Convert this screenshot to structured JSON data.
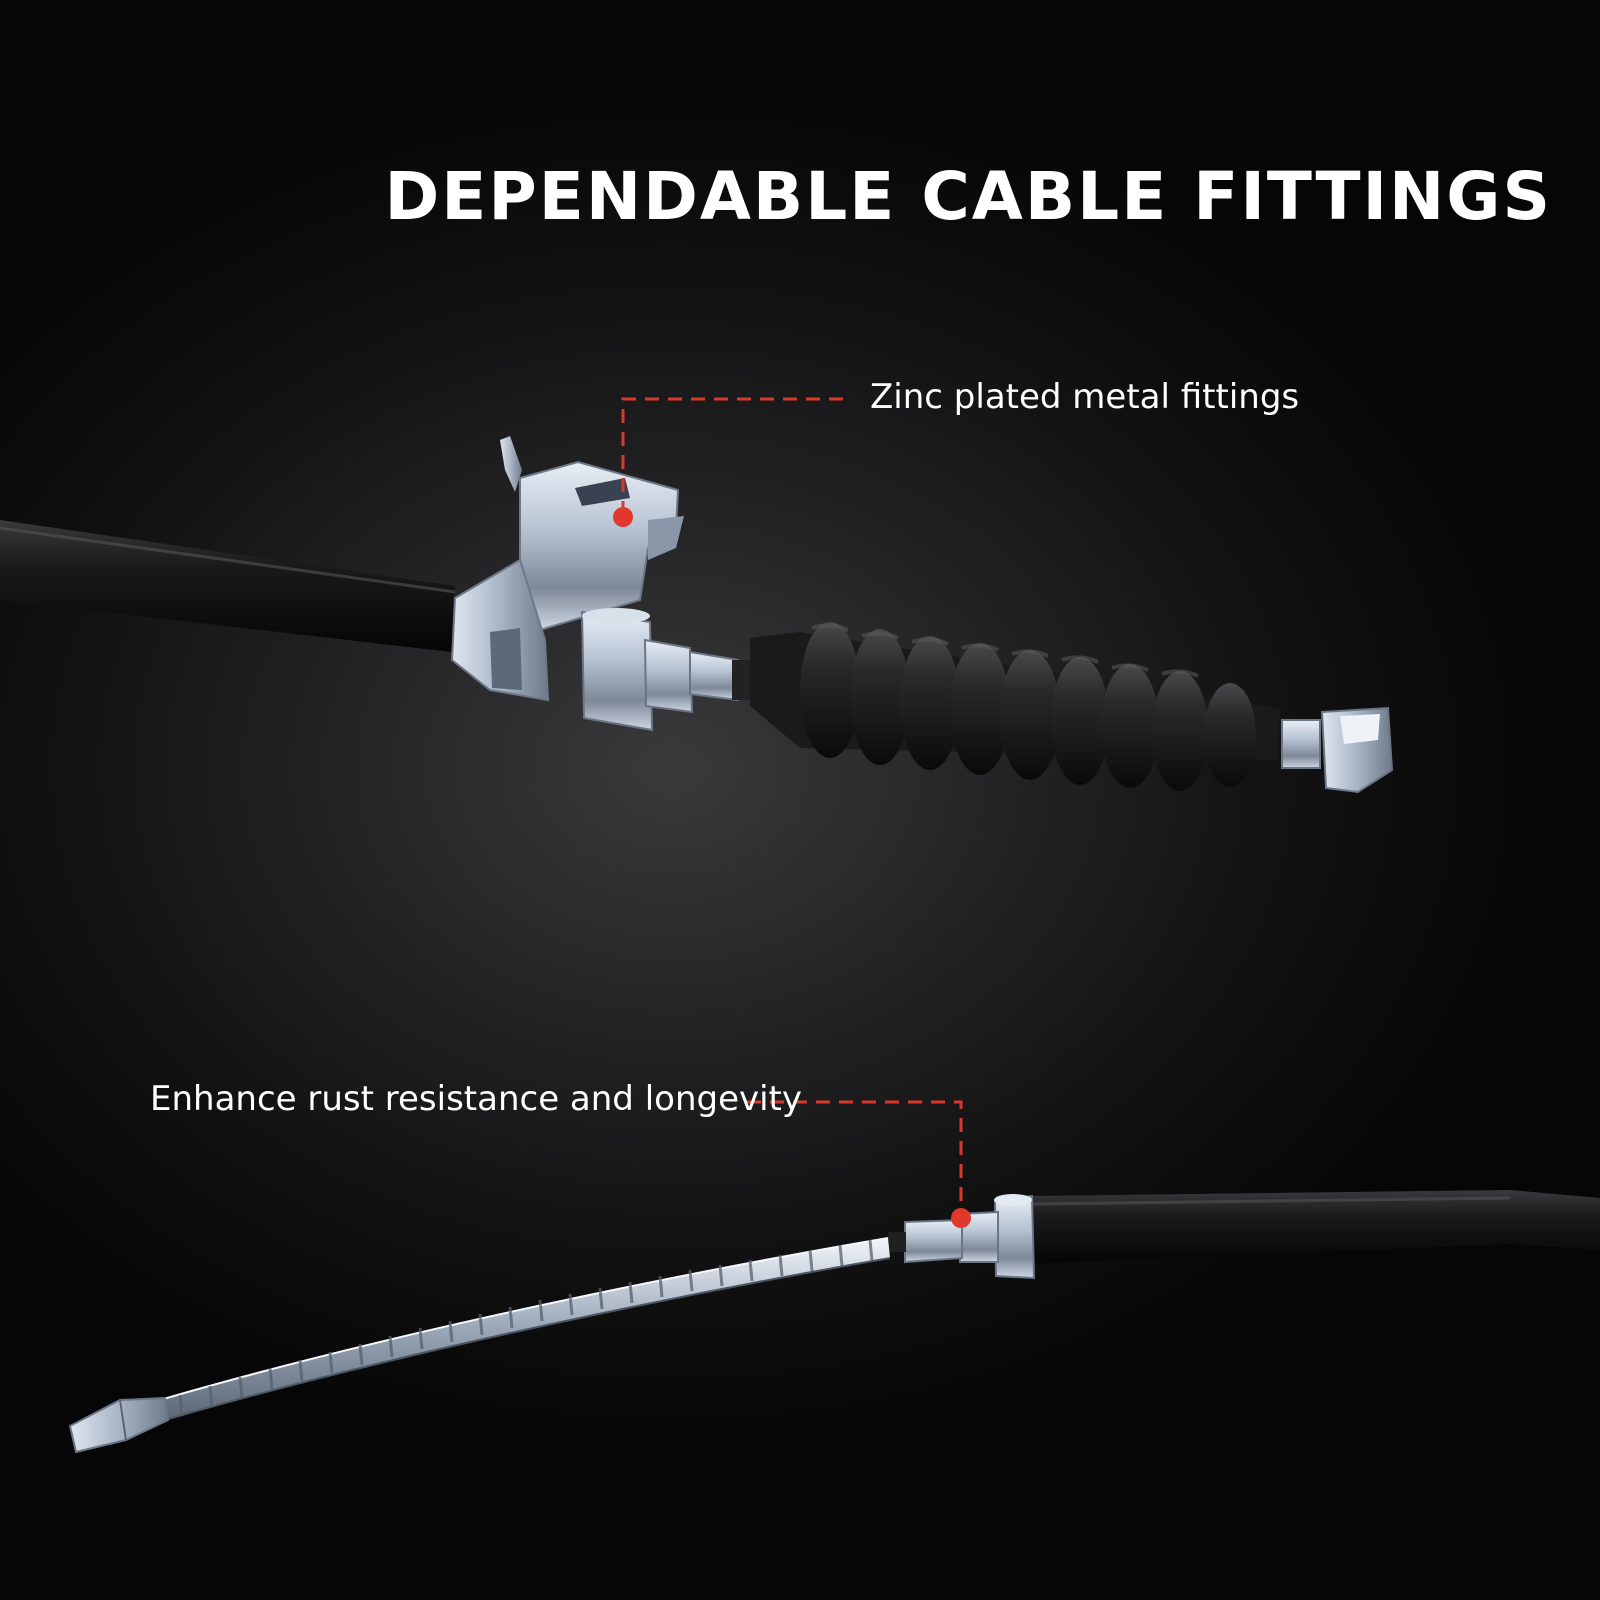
{
  "headline": "DEPENDABLE CABLE FITTINGS",
  "callouts": [
    {
      "label": "Zinc plated metal fittings"
    },
    {
      "label": "Enhance rust resistance and longevity"
    }
  ],
  "colors": {
    "background": "#1c1c1e",
    "headline": "#ffffff",
    "callout_line": "#d9382c",
    "callout_dot": "#e0382b",
    "cable_sheath": "#0d0d0e",
    "zinc_fitting": "#b8c4d4"
  }
}
